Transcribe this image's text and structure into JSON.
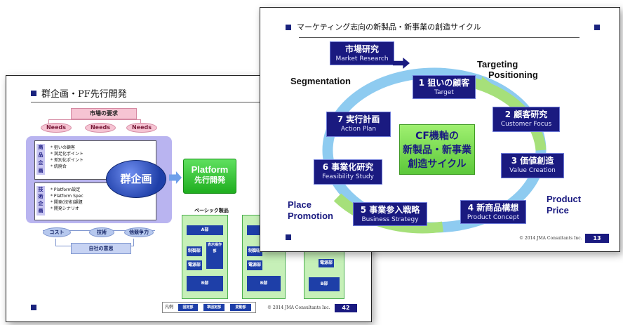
{
  "left_slide": {
    "title": "群企画・PF先行開発",
    "market_request": "市場の要求",
    "needs": [
      "Needs",
      "Needs",
      "Needs"
    ],
    "product_planning_label": "商品企画",
    "product_planning_items": [
      "* 狙いの顧客",
      "* 満足化ポイント",
      "* 差別化ポイント",
      "* 統廃合"
    ],
    "tech_planning_label": "技術企画",
    "tech_planning_items": [
      "* Platform設定",
      "* Platform Spec",
      "* 開発(技術)課題",
      "* 開発シナリオ"
    ],
    "group_planning": "群企画",
    "platform_title": "Platform",
    "platform_sub": "先行開発",
    "base_product": "ベーシック製品",
    "inputs": [
      "コスト",
      "技術",
      "他競争力"
    ],
    "company_will": "自社の意思",
    "block_a": "A部",
    "block_ctrl": "制御部",
    "block_power": "電源部",
    "block_display": "表示操作部",
    "block_b": "B部",
    "legend_prefix": "凡例",
    "legend_items": [
      "固定部",
      "準固定部",
      "変動部"
    ],
    "copyright": "© 2014 JMA Consultants Inc.",
    "page_number": "42"
  },
  "right_slide": {
    "title": "マーケティング志向の新製品・新事業の創造サイクル",
    "market_research_jp": "市場研究",
    "market_research_en": "Market Research",
    "segmentation": "Segmentation",
    "targeting": "Targeting",
    "positioning": "Positioning",
    "center_lines": [
      "CF機軸の",
      "新製品・新事業",
      "創造サイクル"
    ],
    "steps": [
      {
        "jp": "1 狙いの顧客",
        "en": "Target"
      },
      {
        "jp": "2 顧客研究",
        "en": "Customer Focus"
      },
      {
        "jp": "3 価値創造",
        "en": "Value Creation"
      },
      {
        "jp": "4 新商品構想",
        "en": "Product Concept"
      },
      {
        "jp": "5 事業参入戦略",
        "en": "Business Strategy"
      },
      {
        "jp": "6 事業化研究",
        "en": "Feasibility Study"
      },
      {
        "jp": "7 実行計画",
        "en": "Action Plan"
      }
    ],
    "place": "Place",
    "promotion": "Promotion",
    "product": "Product",
    "price": "Price",
    "copyright": "© 2014 JMA Consultants Inc.",
    "page_number": "13"
  },
  "colors": {
    "navy": "#1a1a80",
    "cycle_ring": "#8ecbf0",
    "cycle_green": "#a6e07a",
    "center_green": "#7ed957",
    "planning_lavender": "#b9b4f0",
    "platform_green": "#2fbf2f"
  }
}
